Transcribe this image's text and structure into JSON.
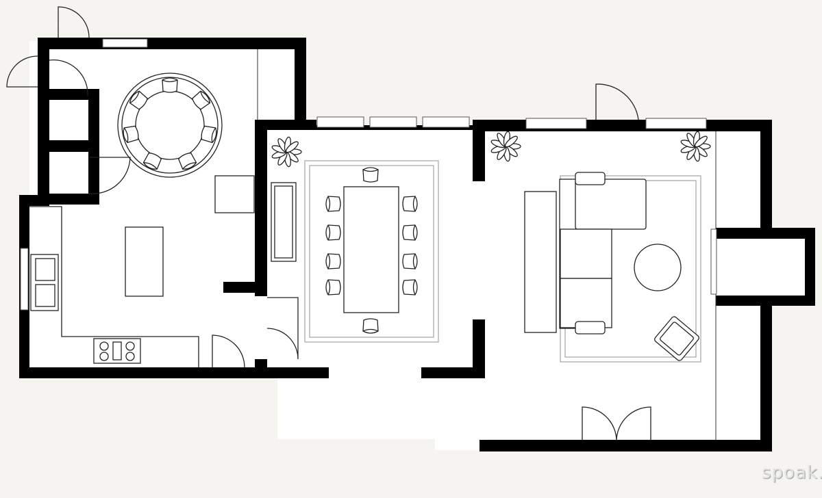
{
  "plan": {
    "colors": {
      "background": "#f5f4f0",
      "floor": "#ffffff",
      "wall": "#000000",
      "rug": "#aaaaaa"
    },
    "rooms": [
      "kitchen",
      "breakfast-nook",
      "dining-room",
      "living-room"
    ]
  },
  "watermark": {
    "text": "spoak."
  }
}
